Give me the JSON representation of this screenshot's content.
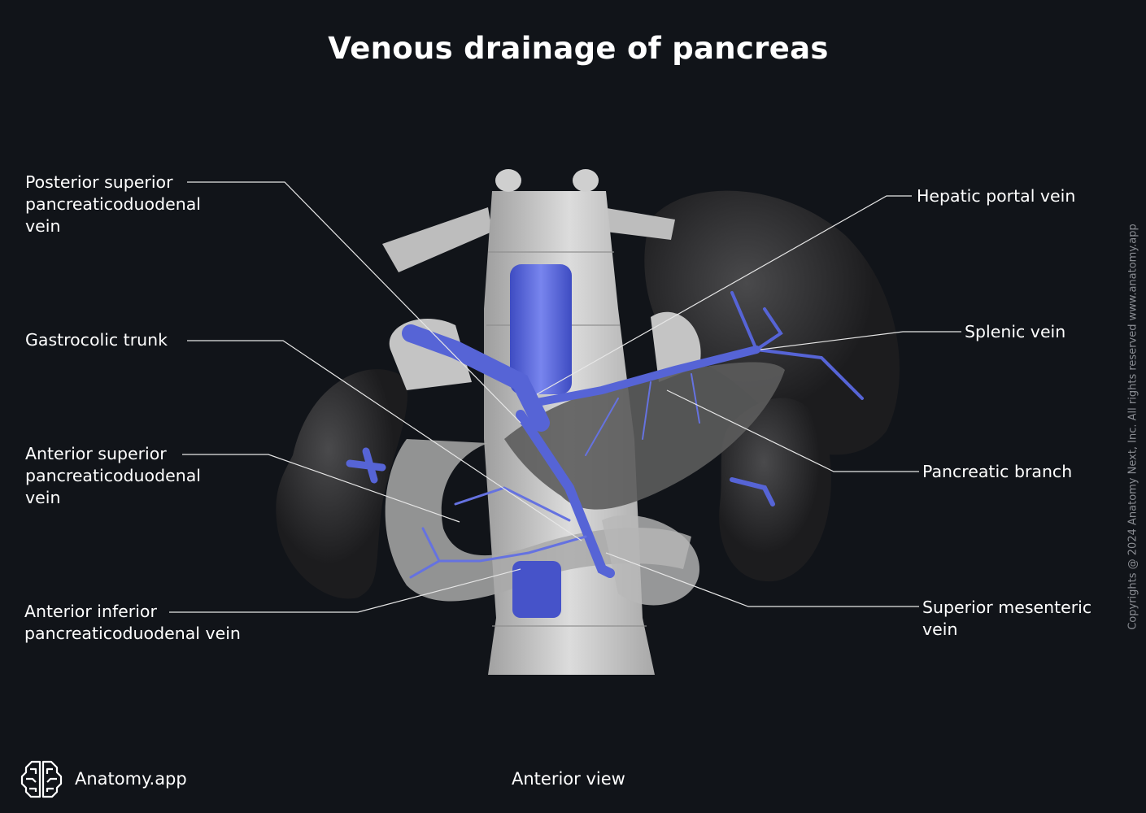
{
  "title": "Venous drainage of pancreas",
  "labels": {
    "posterior_superior": [
      "Posterior superior",
      "pancreaticoduodenal",
      "vein"
    ],
    "gastrocolic": [
      "Gastrocolic trunk"
    ],
    "anterior_superior": [
      "Anterior superior",
      "pancreaticoduodenal",
      "vein"
    ],
    "anterior_inferior": [
      "Anterior inferior",
      "pancreaticoduodenal vein"
    ],
    "hepatic_portal": [
      "Hepatic portal vein"
    ],
    "splenic": [
      "Splenic vein"
    ],
    "pancreatic_branch": [
      "Pancreatic branch"
    ],
    "superior_mesenteric": [
      "Superior mesenteric",
      "vein"
    ]
  },
  "view_label": "Anterior view",
  "brand": "Anatomy.app",
  "copyright": "Copyrights @ 2024 Anatomy Next, Inc. All rights reserved www.anatomy.app",
  "colors": {
    "background": "#111419",
    "vein": "#5a67d8",
    "bone": "#c9c9c9",
    "organ_dark": "#2a2a2c"
  }
}
